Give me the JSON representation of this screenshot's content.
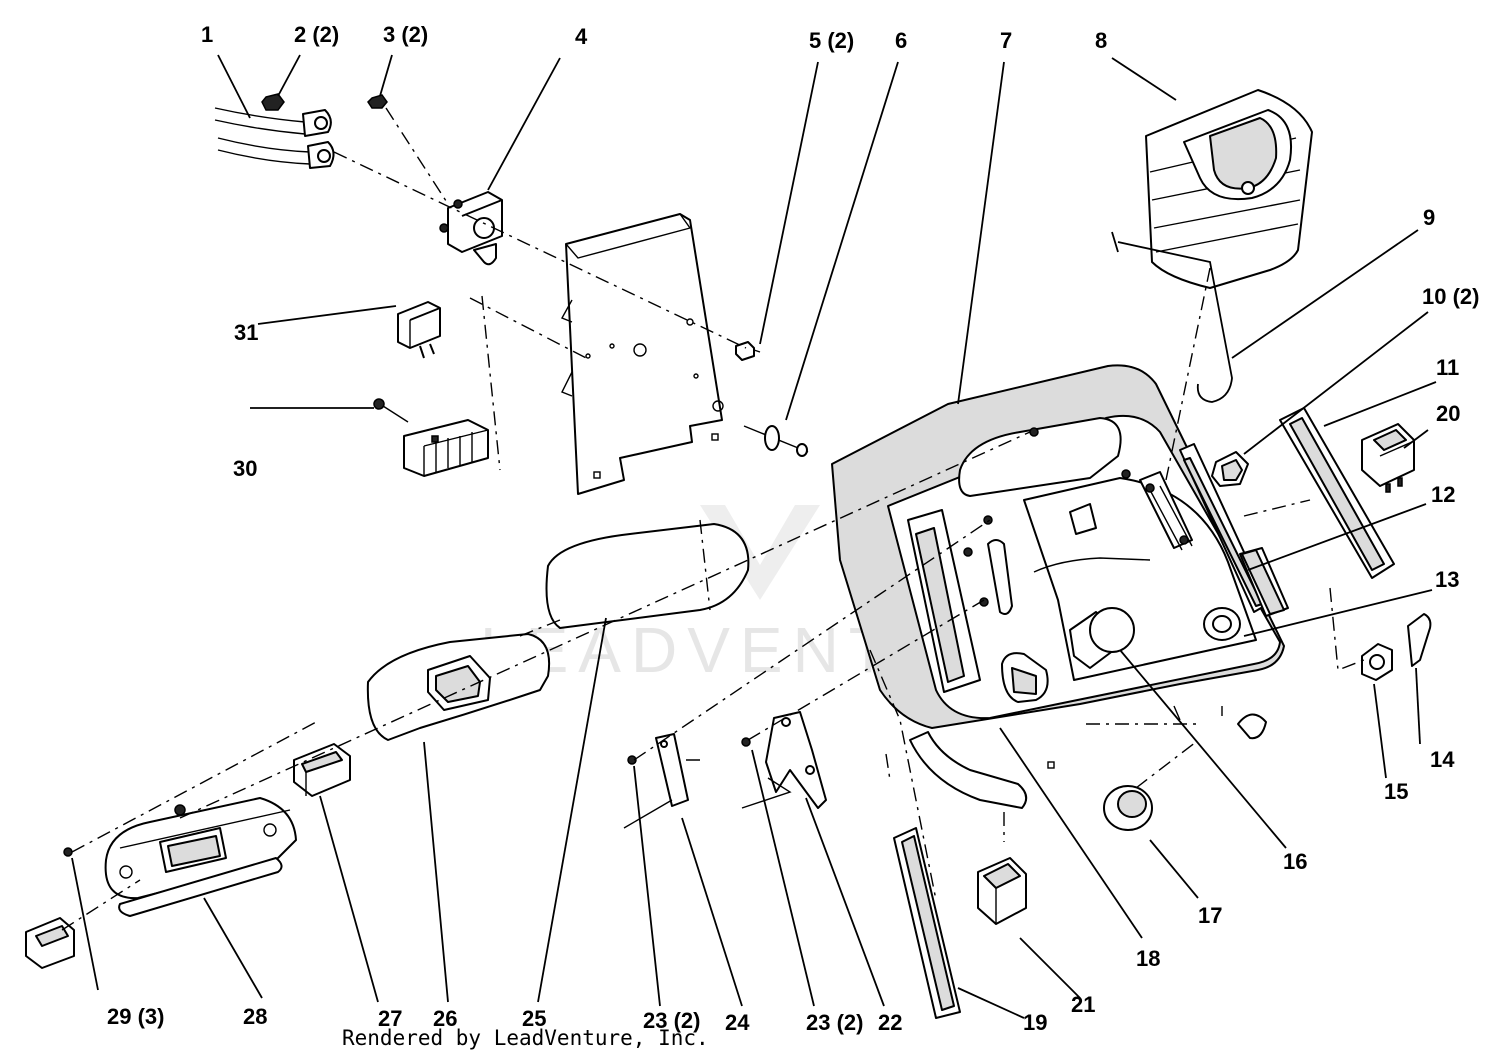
{
  "watermark": "LEADVENTURE",
  "credit": "Rendered by LeadVenture, Inc.",
  "callouts": [
    {
      "id": "1",
      "text": "1"
    },
    {
      "id": "2",
      "text": "2 (2)"
    },
    {
      "id": "3",
      "text": "3 (2)"
    },
    {
      "id": "4",
      "text": "4"
    },
    {
      "id": "5",
      "text": "5 (2)"
    },
    {
      "id": "6",
      "text": "6"
    },
    {
      "id": "7",
      "text": "7"
    },
    {
      "id": "8",
      "text": "8"
    },
    {
      "id": "9",
      "text": "9"
    },
    {
      "id": "10",
      "text": "10 (2)"
    },
    {
      "id": "11",
      "text": "11"
    },
    {
      "id": "12",
      "text": "12"
    },
    {
      "id": "13",
      "text": "13"
    },
    {
      "id": "14",
      "text": "14"
    },
    {
      "id": "15",
      "text": "15"
    },
    {
      "id": "16",
      "text": "16"
    },
    {
      "id": "17",
      "text": "17"
    },
    {
      "id": "18",
      "text": "18"
    },
    {
      "id": "19",
      "text": "19"
    },
    {
      "id": "20",
      "text": "20"
    },
    {
      "id": "21",
      "text": "21"
    },
    {
      "id": "22",
      "text": "22"
    },
    {
      "id": "23a",
      "text": "23 (2)"
    },
    {
      "id": "23b",
      "text": "23 (2)"
    },
    {
      "id": "24",
      "text": "24"
    },
    {
      "id": "25",
      "text": "25"
    },
    {
      "id": "26",
      "text": "26"
    },
    {
      "id": "27",
      "text": "27"
    },
    {
      "id": "28",
      "text": "28"
    },
    {
      "id": "29",
      "text": "29 (3)"
    },
    {
      "id": "30",
      "text": "30"
    },
    {
      "id": "31",
      "text": "31"
    }
  ]
}
